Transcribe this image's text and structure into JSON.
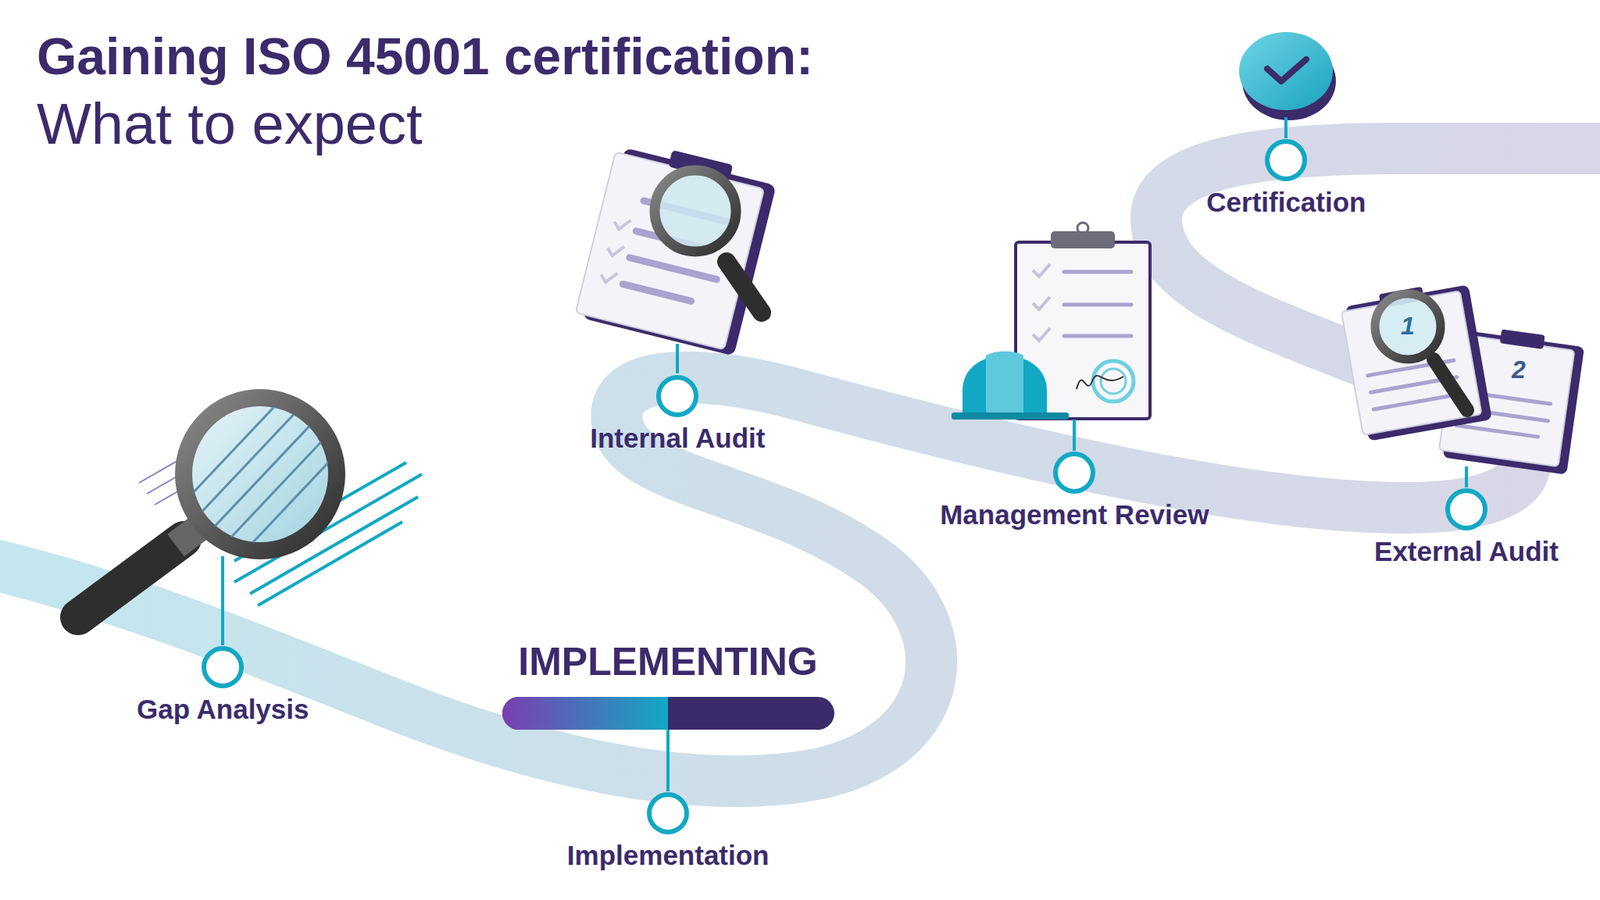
{
  "diagram": {
    "title": "Gaining ISO 45001 certification:",
    "nodes": [
      {
        "text": [
          "Gap Analysis"
        ]
      },
      {
        "text": [
          "Implementation"
        ]
      },
      {
        "text": [
          "Internal Audit"
        ]
      },
      {
        "text": [
          "Management Review"
        ]
      },
      {
        "text": [
          "External Audit"
        ]
      },
      {
        "text": [
          "Certification"
        ]
      }
    ],
    "labels": [
      "What to expect",
      "IMPLEMENTING",
      "1",
      "2"
    ]
  }
}
